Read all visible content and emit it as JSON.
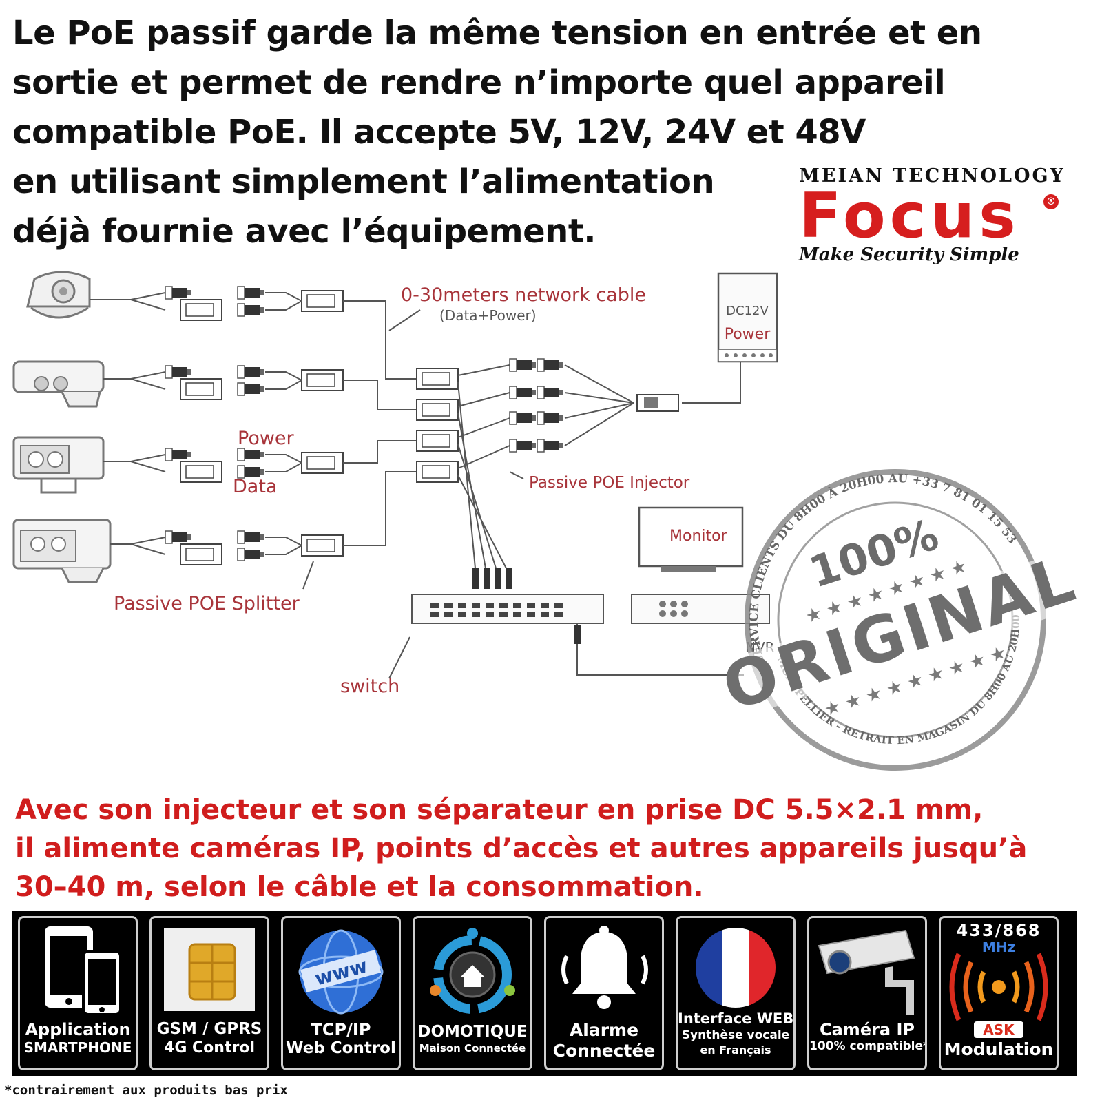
{
  "headline": {
    "lines": [
      "Le PoE passif garde la même tension en entrée et en",
      "sortie et permet de rendre n’importe quel appareil",
      "compatible PoE. Il accepte 5V, 12V, 24V et 48V",
      "en utilisant simplement l’alimentation",
      "déjà fournie avec l’équipement."
    ]
  },
  "brand": {
    "company": "Meian Technology",
    "name": "Focus",
    "registered": "®",
    "slogan": "Make Security Simple"
  },
  "diagram": {
    "cable_label": "0-30meters network cable",
    "cable_sub": "(Data+Power)",
    "power_unit_voltage": "DC12V",
    "power_unit_label": "Power",
    "power_label": "Power",
    "data_label": "Data",
    "injector_label": "Passive POE Injector",
    "splitter_label": "Passive POE Splitter",
    "monitor_label": "Monitor",
    "nvr_label": "NVR",
    "switch_label": "switch"
  },
  "stamp": {
    "percent": "100%",
    "word": "ORIGINAL",
    "ring_top": "SERVICE CLIENTS DU 8H00 À 20H00 AU +33 7 81 01 15 53",
    "ring_bottom": "MONTPELLIER - RETRAIT EN MAGASIN DU 8H00 AU 20H00"
  },
  "description": {
    "lines": [
      "Avec son injecteur et son séparateur en prise DC 5.5×2.1 mm,",
      "il alimente caméras IP, points d’accès et autres appareils jusqu’à",
      "30–40 m, selon le câble et la consommation."
    ]
  },
  "features": [
    {
      "icon": "smartphone-tablet-icon",
      "line1": "Application",
      "line2": "SMARTPHONE"
    },
    {
      "icon": "sim-card-icon",
      "line1": "GSM / GPRS",
      "line2": "4G Control"
    },
    {
      "icon": "www-globe-icon",
      "line1": "TCP/IP",
      "line2": "Web Control"
    },
    {
      "icon": "smart-home-icon",
      "line1": "DOMOTIQUE",
      "line2": "Maison Connectée"
    },
    {
      "icon": "alarm-bell-icon",
      "line1": "Alarme",
      "line2": "Connectée"
    },
    {
      "icon": "france-flag-icon",
      "line1": "Interface WEB",
      "line2": "Synthèse vocale",
      "line3": "en Français"
    },
    {
      "icon": "security-camera-icon",
      "line1": "Caméra IP",
      "line2": "100% compatible*"
    },
    {
      "icon": "radio-waves-icon",
      "top": "433/868",
      "unit": "MHz",
      "badge": "ASK",
      "line1": "Modulation"
    }
  ],
  "footnote": "*contrairement aux produits bas prix",
  "colors": {
    "accent_red": "#d61e1e",
    "text_dark": "#111111",
    "feature_bar": "#000000",
    "diagram_red": "#a8343a"
  }
}
